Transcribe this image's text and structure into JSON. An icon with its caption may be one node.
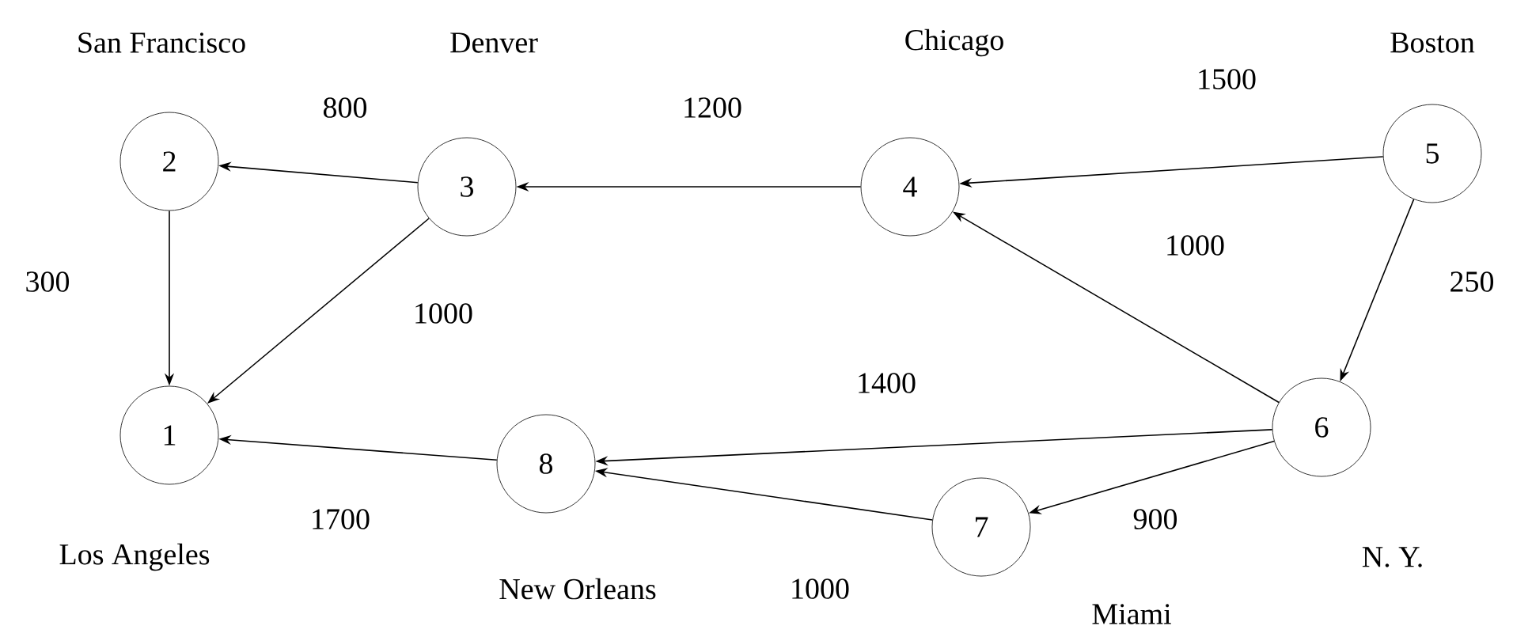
{
  "diagram": {
    "nodes": [
      {
        "text": [
          "1"
        ],
        "beside": [
          "Los Angeles"
        ]
      },
      {
        "text": [
          "2"
        ],
        "beside": [
          "San Francisco"
        ]
      },
      {
        "text": [
          "3"
        ],
        "beside": [
          "Denver"
        ]
      },
      {
        "text": [
          "4"
        ],
        "beside": [
          "Chicago"
        ]
      },
      {
        "text": [
          "5"
        ],
        "beside": [
          "Boston"
        ]
      },
      {
        "text": [
          "6"
        ],
        "beside": [
          "N. Y."
        ]
      },
      {
        "text": [
          "7"
        ],
        "beside": [
          "Miami"
        ]
      },
      {
        "text": [
          "8"
        ],
        "beside": [
          "New Orleans"
        ]
      }
    ],
    "edges": [
      {
        "from": 2,
        "to": 1,
        "arrow": "to",
        "label": "800"
      },
      {
        "from": 1,
        "to": 0,
        "arrow": "to",
        "label": "300"
      },
      {
        "from": 2,
        "to": 0,
        "arrow": "to",
        "label": "1000"
      },
      {
        "from": 3,
        "to": 2,
        "arrow": "to",
        "label": "1200"
      },
      {
        "from": 4,
        "to": 3,
        "arrow": "to",
        "label": "1500"
      },
      {
        "from": 5,
        "to": 3,
        "arrow": "to",
        "label": "1000"
      },
      {
        "from": 4,
        "to": 5,
        "arrow": "to",
        "label": "250"
      },
      {
        "from": 5,
        "to": 7,
        "arrow": "to",
        "label": "1400"
      },
      {
        "from": 5,
        "to": 6,
        "arrow": "to",
        "label": "900"
      },
      {
        "from": 6,
        "to": 7,
        "arrow": "to",
        "label": "1000"
      },
      {
        "from": 7,
        "to": 0,
        "arrow": "to",
        "label": "1700"
      }
    ]
  }
}
